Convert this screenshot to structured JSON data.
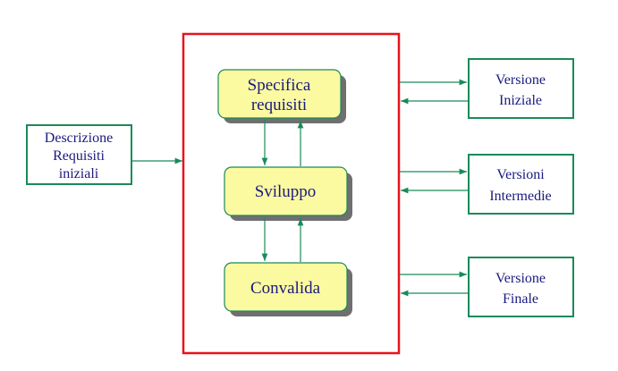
{
  "colors": {
    "container_border": "#e8131a",
    "box_border": "#1a8a5a",
    "arrow": "#1a8a5a",
    "process_fill": "#fbfaa0",
    "process_shadow": "#6f6f6f",
    "text": "#1a1a80"
  },
  "input_box": {
    "lines": [
      "Descrizione",
      "Requisiti",
      "iniziali"
    ]
  },
  "process": {
    "specifica": {
      "lines": [
        "Specifica",
        "requisiti"
      ]
    },
    "sviluppo": {
      "label": "Sviluppo"
    },
    "convalida": {
      "label": "Convalida"
    }
  },
  "outputs": [
    {
      "lines": [
        "Versione",
        "Iniziale"
      ]
    },
    {
      "lines": [
        "Versioni",
        "Intermedie"
      ]
    },
    {
      "lines": [
        "Versione",
        "Finale"
      ]
    }
  ]
}
